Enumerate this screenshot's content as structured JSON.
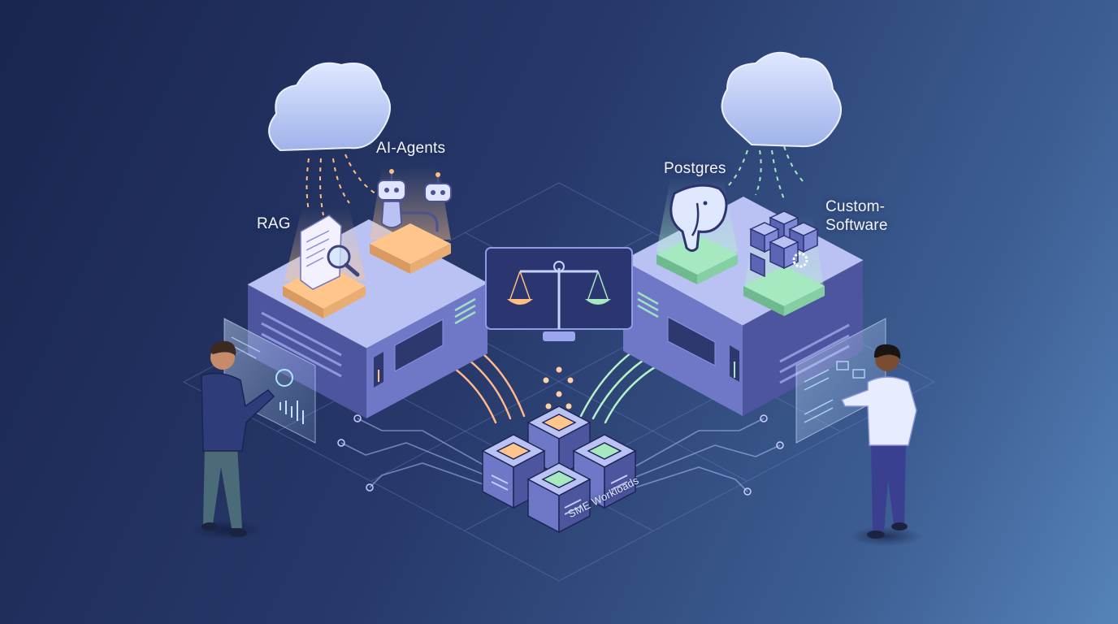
{
  "labels": {
    "rag": "RAG",
    "ai_agents": "AI-Agents",
    "postgres": "Postgres",
    "custom_software_line1": "Custom-",
    "custom_software_line2": "Software",
    "sme_workloads": "SME Workloads"
  },
  "colors": {
    "background_dark": "#1a2550",
    "background_light": "#5583ba",
    "server_top": "#b9c2f2",
    "server_side": "#5c64b5",
    "glow_orange": "#ffbf80",
    "glow_green": "#a6e8c0",
    "cloud": "#b7c6f0"
  }
}
